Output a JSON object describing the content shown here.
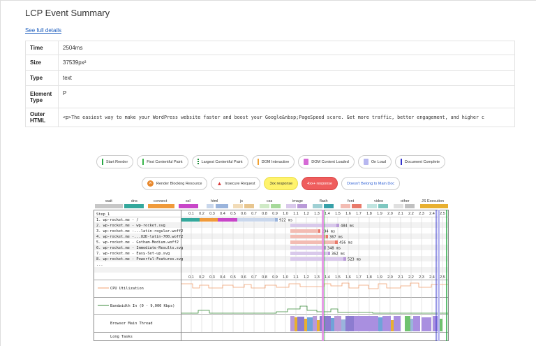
{
  "title": "LCP Event Summary",
  "link": "See full details",
  "rows": [
    {
      "key": "Time",
      "value": "2504ms"
    },
    {
      "key": "Size",
      "value": "37539px²"
    },
    {
      "key": "Type",
      "value": "text"
    },
    {
      "key": "Element Type",
      "value": "P"
    },
    {
      "key": "Outer HTML",
      "value": "<p>The easiest way to make your WordPress website faster and boost your Google&nbsp;PageSpeed score. Get more traffic, better engagement, and higher c"
    }
  ],
  "legend_top": [
    {
      "label": "Start Render",
      "color": "#28a745"
    },
    {
      "label": "First Contentful Paint",
      "color": "#39b54a"
    },
    {
      "label": "Largest Contentful Paint",
      "color": "#1e8c3a"
    },
    {
      "label": "DOM Interactive",
      "color": "#f0a030"
    },
    {
      "label": "DOM Content Loaded",
      "color": "#d66ad6"
    },
    {
      "label": "On Load",
      "color": "#b7b7f0"
    },
    {
      "label": "Document Complete",
      "color": "#3333cc"
    }
  ],
  "legend_bottom": [
    {
      "label": "Render Blocking Resource",
      "color": "#e8882c"
    },
    {
      "label": "Insecure Request",
      "color": "#d83a3a"
    },
    {
      "label": "3xx response",
      "color": "#fff36b"
    },
    {
      "label": "4xx+ response",
      "color": "#ef5d5d"
    },
    {
      "label": "Doesn't Belong to Main Doc",
      "color": "#2d5fd4"
    }
  ],
  "timing_types": [
    {
      "label": "wait",
      "color": "#c7c7c7"
    },
    {
      "label": "dns",
      "color": "#34a89c"
    },
    {
      "label": "connect",
      "color": "#f09a3a"
    },
    {
      "label": "ssl",
      "color": "#c846c8"
    },
    {
      "label": "html",
      "color": "#9ab4dc"
    },
    {
      "label": "js",
      "color": "#e8c68f"
    },
    {
      "label": "css",
      "color": "#a6d99a"
    },
    {
      "label": "image",
      "color": "#b99ad8"
    },
    {
      "label": "flash",
      "color": "#37a0a8"
    },
    {
      "label": "font",
      "color": "#e87a6a"
    },
    {
      "label": "video",
      "color": "#7ec7c0"
    },
    {
      "label": "other",
      "color": "#c0c0c0"
    },
    {
      "label": "JS Execution",
      "color": "#e8b030"
    }
  ],
  "ticks": [
    "0.1",
    "0.2",
    "0.3",
    "0.4",
    "0.5",
    "0.6",
    "0.7",
    "0.8",
    "0.9",
    "1.0",
    "1.1",
    "1.2",
    "1.3",
    "1.4",
    "1.5",
    "1.6",
    "1.7",
    "1.8",
    "1.9",
    "2.0",
    "2.1",
    "2.2",
    "2.3",
    "2.4",
    "2.5"
  ],
  "step_label": "Step_1",
  "requests": [
    {
      "label": "1. wp-rocket.me - /",
      "time": "922 ms"
    },
    {
      "label": "2. wp-rocket.me - wp-rocket.svg",
      "time": "484 ms"
    },
    {
      "label": "3. wp-rocket.me -...latin-regular.woff2",
      "time": "294 ms"
    },
    {
      "label": "4. wp-rocket.me -...U2D-latin-700.woff2",
      "time": "367 ms"
    },
    {
      "label": "5. wp-rocket.me - Gotham-Medium.woff2",
      "time": "456 ms"
    },
    {
      "label": "6. wp-rocket.me - Immediate-Results.svg",
      "time": "348 ms"
    },
    {
      "label": "7. wp-rocket.me - Easy-Set-up.svg",
      "time": "362 ms"
    },
    {
      "label": "8. wp-rocket.me - Powerful-Features.svg",
      "time": "523 ms"
    }
  ],
  "more_rows": "...",
  "cpu_label": "CPU Utilization",
  "bandwidth_label": "Bandwidth In (0 - 9,000 Kbps)",
  "main_thread_label": "Browser Main Thread",
  "long_tasks_label": "Long Tasks"
}
